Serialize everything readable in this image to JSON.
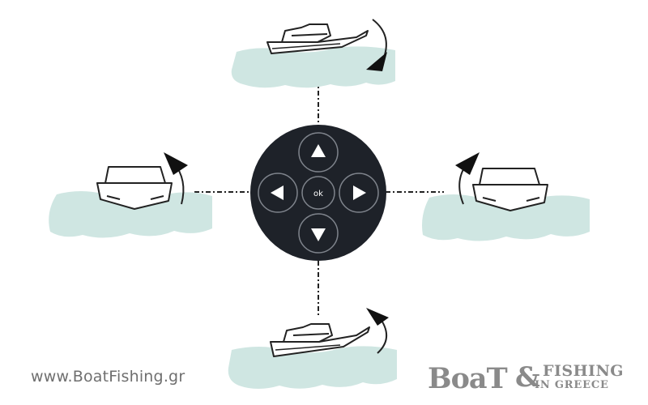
{
  "footer": {
    "url": "www.BoatFishing.gr",
    "logo_main": "BoaT",
    "logo_amp": "&",
    "logo_line1": "FISHING",
    "logo_line2": "IN GREECE"
  },
  "controller": {
    "ok_label": "ok",
    "buttons": [
      "up-arrow",
      "down-arrow",
      "left-arrow",
      "right-arrow",
      "ok"
    ]
  },
  "colors": {
    "water": "#cfe6e2",
    "controller": "#1e2229",
    "ring": "#7f848c",
    "line": "#222222",
    "logo": "#8a8a8a"
  }
}
